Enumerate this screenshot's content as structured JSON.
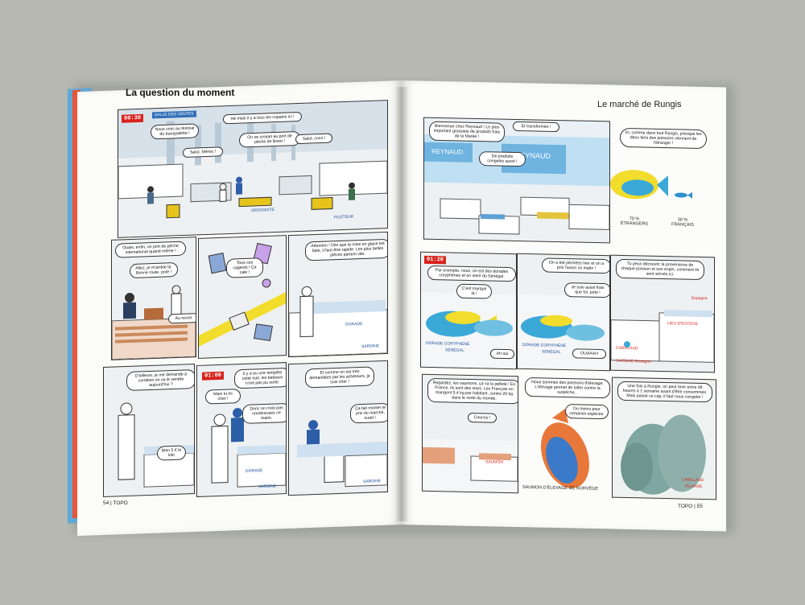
{
  "magazine": {
    "left_header": "La question du moment",
    "right_header": "Le marché de Rungis",
    "left_footer": "54 | TOPO",
    "right_footer": "TOPO | 55"
  },
  "left_page": {
    "panel1": {
      "timer": "00:30",
      "sign": "SALLE DES VENTES",
      "bubbles": [
        "Nous voici au festival du transpalette !",
        "Hé mais il y a tous les copains ici !",
        "On se croirait au port de pêche de Brest !",
        "Salut, Mérou !",
        "Salut, coco !"
      ],
      "labels": [
        "GROSSISTE",
        "FILETEUR"
      ]
    },
    "panel2": {
      "bubbles": [
        "Ouais, enfin, un port de pêche international quand même !",
        "Allez, je m'arrête là. Bonne route, pote !",
        "Au revoir"
      ]
    },
    "panel3": {
      "bubbles": [
        "Tous ces cageots ! Ça cale !"
      ]
    },
    "panel4": {
      "bubbles": [
        "Attention ! Dès que la mise en glace est faite, il faut être rapide. Les plus belles pièces partent vite."
      ],
      "labels": [
        "DORADE",
        "SARDINE"
      ]
    },
    "panel5": {
      "bubbles": [
        "D'ailleurs, je me demande à combien on va le vendre aujourd'hui ?",
        "Bien 5 € le kilo"
      ]
    },
    "panel6": {
      "timer": "01:00",
      "bubbles": [
        "Il y a eu une tempête cette nuit, les bateaux n'ont pas pu sortir.",
        "Mais tu es cher !",
        "Donc on n'est pas nombreuses ce matin."
      ],
      "labels": [
        "DORADE",
        "SARDINE"
      ]
    },
    "panel7": {
      "bubbles": [
        "Et comme on est très demandées par les acheteurs, je suis cher !",
        "Ça fait monter le prix du marché, ouais !"
      ],
      "labels": [
        "SARDINE"
      ]
    }
  },
  "right_page": {
    "panel1": {
      "bubbles": [
        "Bienvenue chez Reynaud ! Le plus important grossiste de produits frais de la Marée !",
        "Et transformés !",
        "De produits congelés aussi !"
      ],
      "signs": [
        "REYNAUD",
        "REYNAUD"
      ]
    },
    "panel2": {
      "bubbles": [
        "Ici, comme dans tout Rungis, presque les deux tiers des poissons viennent de l'étranger !"
      ],
      "stats": [
        {
          "value": "70 %",
          "label": "ÉTRANGERS"
        },
        {
          "value": "30 %",
          "label": "FRANÇAIS"
        }
      ]
    },
    "panel3": {
      "timer": "01:20",
      "bubbles": [
        "Par exemple, nous, on est des dorades coryphènes et on vient du Sénégal.",
        "C'est marqué là !",
        "Ah oui"
      ],
      "labels": [
        "DORADE CORYPHÈNE",
        "SÉNÉGAL"
      ]
    },
    "panel4": {
      "bubbles": [
        "On a été pêchées hier et on a pris l'avion ce matin !",
        "Je suis aussi frais que toi, pote !",
        "OUAAAH"
      ],
      "labels": [
        "DORADE CORYPHÈNE",
        "SÉNÉGAL"
      ]
    },
    "panel5": {
      "bubbles": [
        "Tu peux découvrir la provenance de chaque poisson et son engin, comment ils sont arrivés ici."
      ],
      "labels": [
        "SARDINE Bretagne",
        "LIEU D'ÉCOSSE",
        "Espagne",
        "CABILLAUD"
      ]
    },
    "panel6": {
      "bubbles": [
        "Regardez, les saumons, ça va la pelleté ! En France, ils sont des stars. Les Français en mangent 5,4 kg par habitant, contre 20 kg dans le reste du monde.",
        "Coucou !"
      ],
      "labels": [
        "SAUMON"
      ]
    },
    "panel7": {
      "bubbles": [
        "Nous sommes des poissons d'élevage. L'élevage permet de lutter contre la surpêche...",
        "Du moins pour certaines espèces."
      ],
      "caption": "SAUMON D'ÉLEVAGE DE NORVÈGE"
    },
    "panel8": {
      "bubbles": [
        "Une fois à Rungis, on peut tenir entre 48 heures à 1 semaine avant d'être consommés. Mais passé ce cap, il faut nous congeler !"
      ],
      "labels": [
        "CABILLAUD",
        "ISLANDE"
      ]
    }
  }
}
